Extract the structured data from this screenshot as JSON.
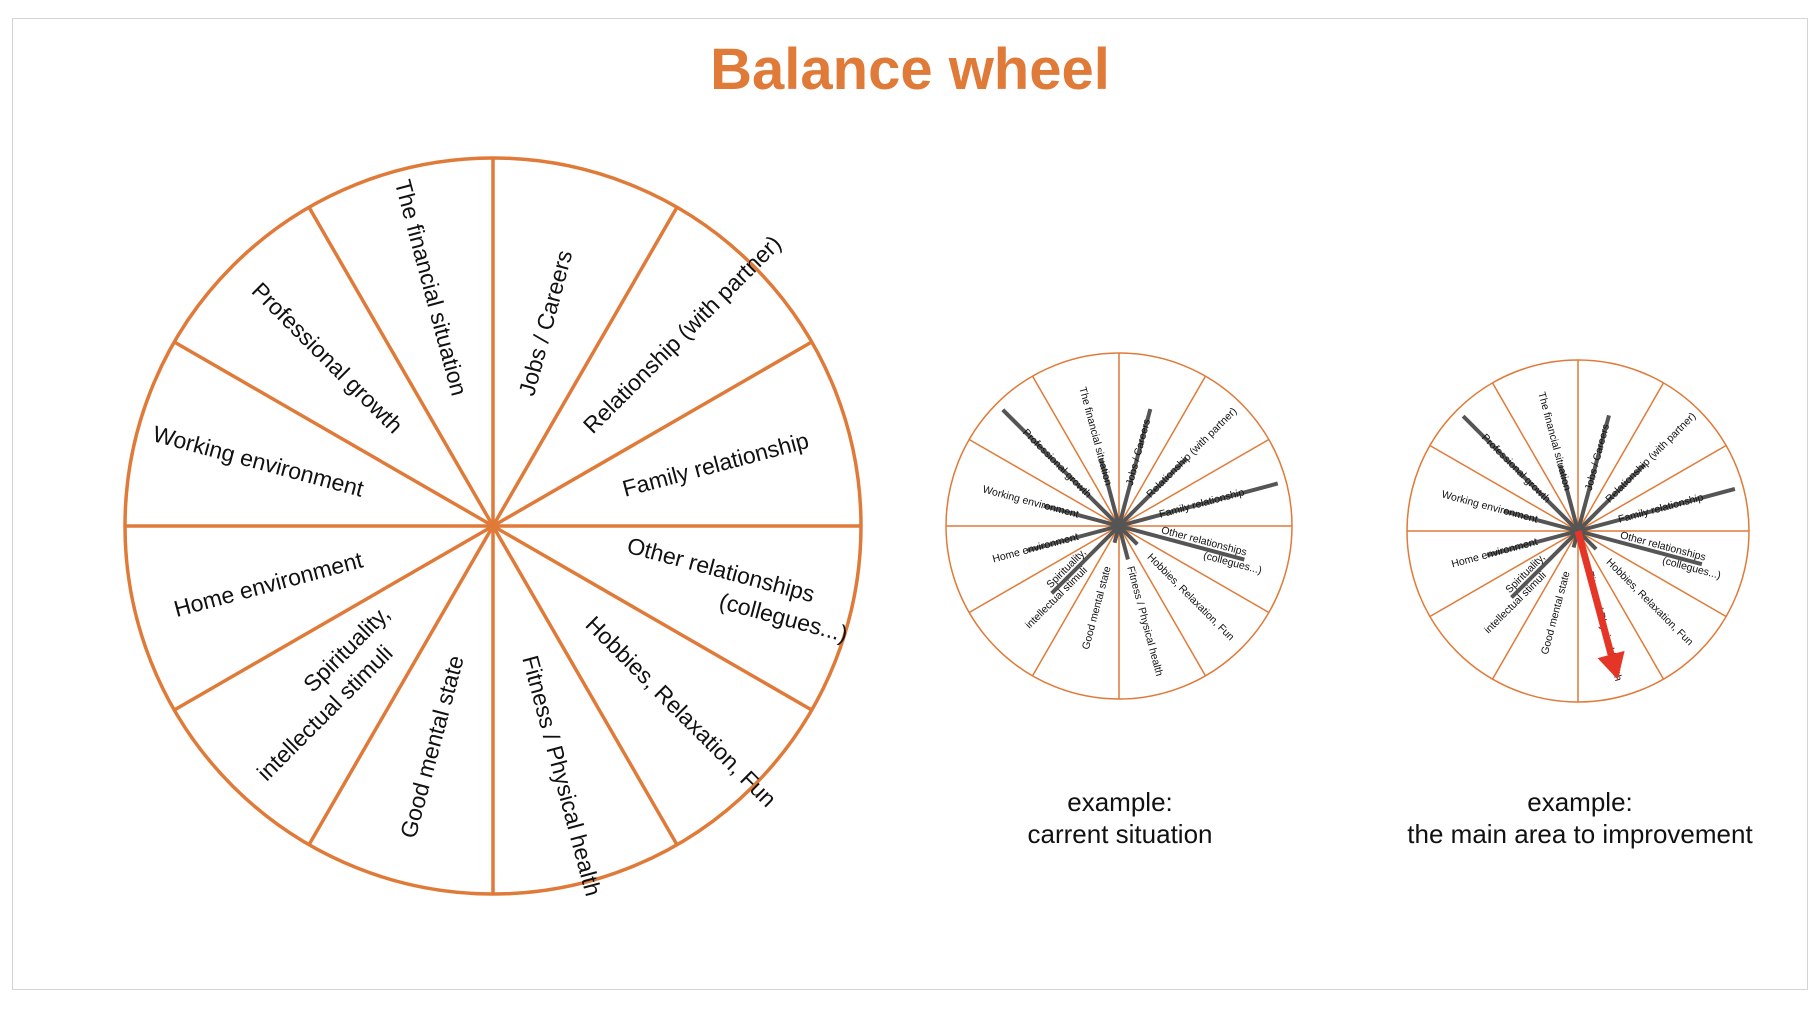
{
  "title": "Balance wheel",
  "colors": {
    "accent": "#e07a38",
    "title": "#e07a38",
    "score_bar": "#555555",
    "arrow": "#e53526",
    "text": "#111111"
  },
  "segments": [
    {
      "key": "jobs",
      "lines": [
        "Jobs / Careers"
      ]
    },
    {
      "key": "partner",
      "lines": [
        "Relationship (with partner)"
      ]
    },
    {
      "key": "family",
      "lines": [
        "Family relationship"
      ]
    },
    {
      "key": "other",
      "lines": [
        "Other relationships",
        "(collegues...)"
      ]
    },
    {
      "key": "hobbies",
      "lines": [
        "Hobbies, Relaxation, Fun"
      ]
    },
    {
      "key": "fitness",
      "lines": [
        "Fitness / Physical health"
      ]
    },
    {
      "key": "mental",
      "lines": [
        "Good mental state"
      ]
    },
    {
      "key": "spirit",
      "lines": [
        "Spirituality,",
        "intellectual stimuli"
      ]
    },
    {
      "key": "home",
      "lines": [
        "Home environment"
      ]
    },
    {
      "key": "working",
      "lines": [
        "Working environment"
      ]
    },
    {
      "key": "professional",
      "lines": [
        "Professional growth"
      ]
    },
    {
      "key": "financial",
      "lines": [
        "The financial situation"
      ]
    }
  ],
  "examples": [
    {
      "key": "current",
      "caption_line1": "example:",
      "caption_line2": "carrent situation",
      "scores": [
        0.7,
        0.55,
        0.95,
        0.75,
        0.15,
        0.2,
        0.1,
        0.55,
        0.55,
        0.45,
        0.95,
        0.4
      ],
      "highlight": null
    },
    {
      "key": "improvement",
      "caption_line1": "example:",
      "caption_line2": "the main area to improvement",
      "scores": [
        0.7,
        0.55,
        0.95,
        0.75,
        0.15,
        0.2,
        0.1,
        0.55,
        0.55,
        0.45,
        0.95,
        0.4
      ],
      "highlight": {
        "segment": "fitness",
        "score": 0.9
      }
    }
  ]
}
